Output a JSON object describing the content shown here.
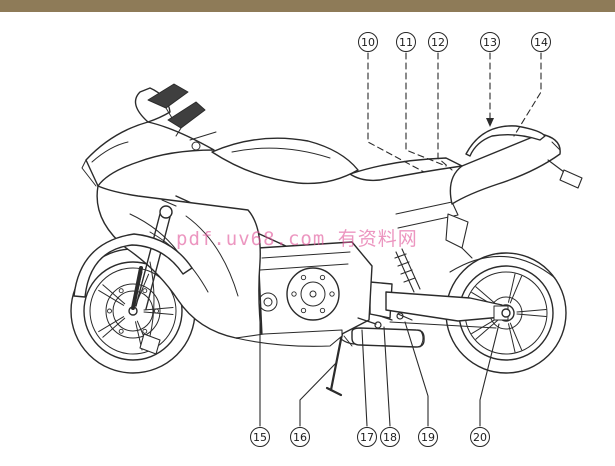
{
  "page": {
    "header_color": "#8e7b58",
    "background": "#ffffff"
  },
  "watermark": {
    "text": "pdf.uv68.com 有资料网",
    "color": "#e0559a"
  },
  "diagram": {
    "description": "Motorcycle left side view parts identification diagram",
    "callouts": [
      {
        "label": "10"
      },
      {
        "label": "11"
      },
      {
        "label": "12"
      },
      {
        "label": "13"
      },
      {
        "label": "14"
      },
      {
        "label": "15"
      },
      {
        "label": "16"
      },
      {
        "label": "17"
      },
      {
        "label": "18"
      },
      {
        "label": "19"
      },
      {
        "label": "20"
      }
    ]
  }
}
